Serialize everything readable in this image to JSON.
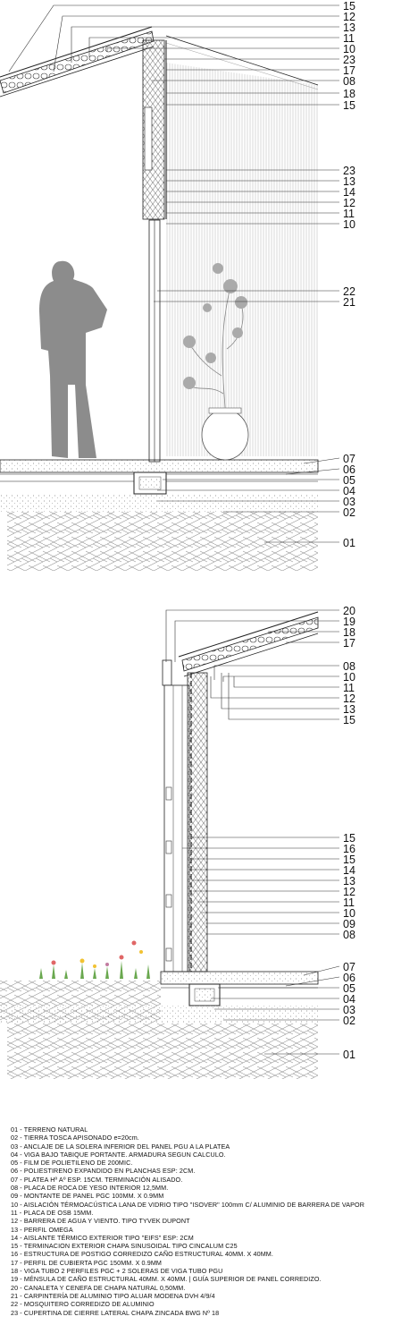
{
  "upper_section": {
    "callouts": [
      "15",
      "12",
      "13",
      "11",
      "10",
      "23",
      "17",
      "08",
      "18",
      "15",
      "23",
      "13",
      "14",
      "12",
      "11",
      "10",
      "22",
      "21",
      "07",
      "06",
      "05",
      "04",
      "03",
      "02",
      "01"
    ]
  },
  "lower_section": {
    "callouts": [
      "20",
      "19",
      "18",
      "17",
      "08",
      "10",
      "11",
      "12",
      "13",
      "15",
      "15",
      "16",
      "15",
      "14",
      "13",
      "12",
      "11",
      "10",
      "09",
      "08",
      "07",
      "06",
      "05",
      "04",
      "03",
      "02",
      "01"
    ]
  },
  "legend": [
    "01 - TERRENO NATURAL",
    "02 - TIERRA TOSCA  APISONADO e=20cm.",
    "03 - ANCLAJE DE LA SOLERA INFERIOR DEL PANEL PGU A LA PLATEA",
    "04 - VIGA BAJO TABIQUE PORTANTE. ARMADURA SEGUN CALCULO.",
    "05 - FILM DE POLIETILENO DE 200MIC.",
    "06 - POLIESTIRENO EXPANDIDO EN PLANCHAS ESP: 2CM.",
    "07 - PLATEA Hº Aº ESP. 15CM. TERMINACIÓN ALISADO.",
    "08 - PLACA DE ROCA DE YESO INTERIOR 12,5MM.",
    "09 - MONTANTE DE PANEL PGC 100MM. X 0.9MM",
    "10 - AISLACIÓN TÉRMOACÚSTICA LANA DE VIDRIO TIPO \"ISOVER\" 100mm C/ ALUMINIO DE BARRERA DE VAPOR",
    "11 - PLACA DE OSB 15MM.",
    "12 - BARRERA DE  AGUA Y VIENTO. TIPO TYVEK DUPONT",
    "13 - PERFIL OMEGA",
    "14 - AISLANTE TÉRMICO EXTERIOR TIPO \"EIFS\" ESP: 2CM",
    "15 - TERMINACION EXTERIOR CHAPA SINUSOIDAL TIPO CINCALUM C25",
    "16 - ESTRUCTURA DE POSTIGO CORREDIZO CAÑO ESTRUCTURAL 40MM. X 40MM.",
    "17 - PERFIL DE CUBIERTA PGC 150MM. X 0.9MM",
    "18 - VIGA TUBO 2 PERFILES PGC + 2 SOLERAS DE VIGA TUBO PGU",
    "19 - MÉNSULA DE CAÑO ESTRUCTURAL 40MM. X 40MM. | GUÍA SUPERIOR DE PANEL CORREDIZO.",
    "20 - CANALETA Y CENEFA DE CHAPA NATURAL 0,50MM.",
    "21 - CARPINTERÍA DE ALUMINIO TIPO ALUAR MODENA DVH 4/9/4",
    "22 - MOSQUITERO CORREDIZO DE ALUMINIO",
    "23 - CUPERTINA  DE CIERRE LATERAL CHAPA ZINCADA BWG Nº 18"
  ],
  "colors": {
    "line": "#222222",
    "hatch": "#8a8a8a",
    "figure": "#8c8c8c",
    "plant": "#9a9a9a"
  }
}
